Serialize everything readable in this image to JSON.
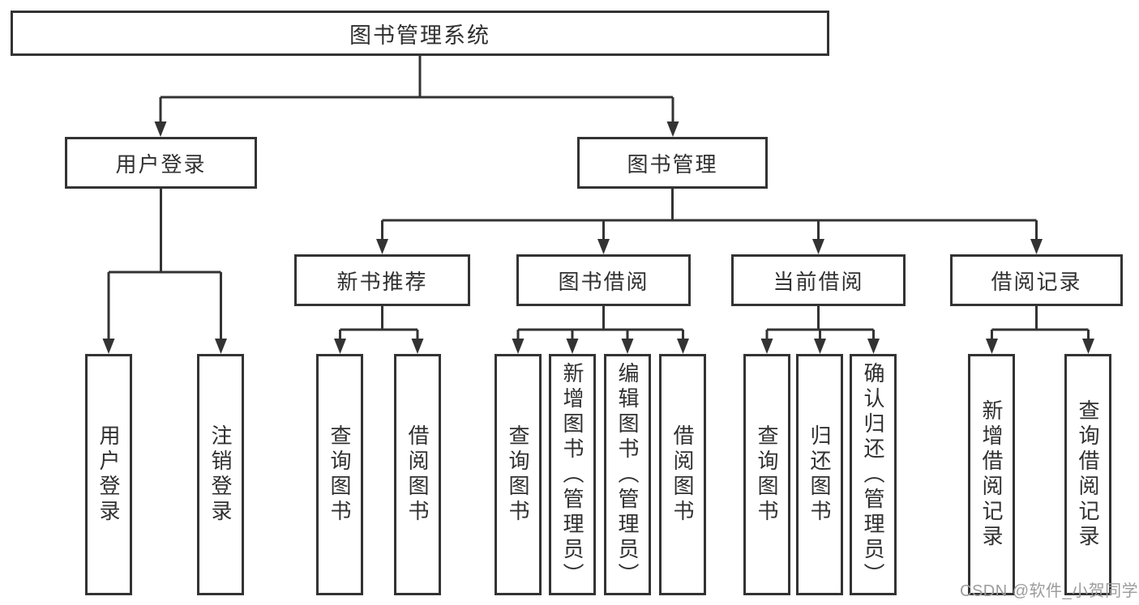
{
  "tree": {
    "label": "图书管理系统",
    "children": [
      {
        "label": "用户登录",
        "children": [
          {
            "label": "用户登录"
          },
          {
            "label": "注销登录"
          }
        ]
      },
      {
        "label": "图书管理",
        "children": [
          {
            "label": "新书推荐",
            "children": [
              {
                "label": "查询图书"
              },
              {
                "label": "借阅图书"
              }
            ]
          },
          {
            "label": "图书借阅",
            "children": [
              {
                "label": "查询图书"
              },
              {
                "label": "新增图书（管理员）"
              },
              {
                "label": "编辑图书（管理员）"
              },
              {
                "label": "借阅图书"
              }
            ]
          },
          {
            "label": "当前借阅",
            "children": [
              {
                "label": "查询图书"
              },
              {
                "label": "归还图书"
              },
              {
                "label": "确认归还（管理员）"
              }
            ]
          },
          {
            "label": "借阅记录",
            "children": [
              {
                "label": "新增借阅记录"
              },
              {
                "label": "查询借阅记录"
              }
            ]
          }
        ]
      }
    ]
  },
  "watermark": {
    "text": "CSDN @软件_小贺同学"
  },
  "colors": {
    "line": "#333333",
    "text": "#303030",
    "box_fill": "#ffffff",
    "watermark": "#9c9c9c",
    "background": "#ffffff"
  }
}
